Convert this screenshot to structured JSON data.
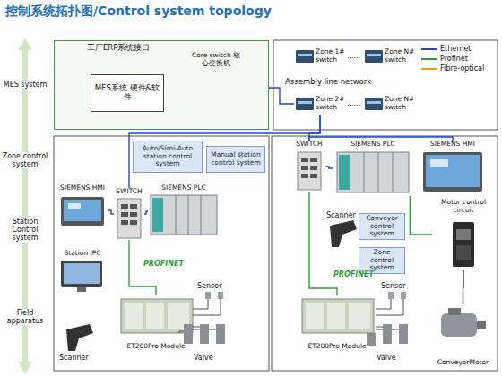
{
  "diagram": {
    "title": "控制系统拓扑图/Control system topology",
    "nodes": [
      {
        "text": [
          "工厂ERP系统接口"
        ]
      },
      {
        "text": [
          "MES系统 硬件&软件"
        ],
        "in": 0
      },
      {
        "text": [
          "Core switch 核心交换机"
        ],
        "in": 0
      },
      {
        "text": [
          "Zone 1# switch"
        ]
      },
      {
        "text": [
          "Zone N# switch"
        ]
      },
      {
        "text": [
          "Zone 2# switch"
        ]
      },
      {
        "text": [
          "Zone N# switch"
        ]
      },
      {
        "text": [
          "Auto/Simi-Auto station control system"
        ]
      },
      {
        "text": [
          "Manual station control system"
        ]
      },
      {
        "text": [
          "SIEMENS HMI"
        ]
      },
      {
        "text": [
          "SWITCH"
        ]
      },
      {
        "text": [
          "SIEMENS PLC"
        ]
      },
      {
        "text": [
          "Station IPC"
        ]
      },
      {
        "text": [
          "ET200Pro Module"
        ]
      },
      {
        "text": [
          "SWITCH"
        ]
      },
      {
        "text": [
          "SIEMENS PLC"
        ]
      },
      {
        "text": [
          "SIEMENS HMI"
        ]
      },
      {
        "text": [
          "Conveyor control system"
        ]
      },
      {
        "text": [
          "Zone control system"
        ]
      },
      {
        "text": [
          "Motor control circuit"
        ]
      },
      {
        "text": [
          "ET200Pro Module"
        ]
      },
      {
        "text": [
          "ConveyorMotor"
        ]
      }
    ],
    "edges": [
      {
        "from": 2,
        "to": 5,
        "arrow": "none"
      },
      {
        "from": 5,
        "to": 10,
        "arrow": "none"
      },
      {
        "from": 5,
        "to": 14,
        "arrow": "none"
      },
      {
        "from": 10,
        "to": 9,
        "arrow": "none"
      },
      {
        "from": 10,
        "to": 11,
        "arrow": "none"
      },
      {
        "from": 10,
        "to": 13,
        "arrow": "none"
      },
      {
        "from": 14,
        "to": 15,
        "arrow": "none"
      },
      {
        "from": 14,
        "to": 16,
        "arrow": "none"
      },
      {
        "from": 14,
        "to": 20,
        "arrow": "none"
      },
      {
        "from": 15,
        "to": 19,
        "arrow": "none"
      },
      {
        "from": 19,
        "to": 21,
        "arrow": "none"
      }
    ],
    "labels": [
      "MES system",
      "Zone control system",
      "Station Control system",
      "Field apparatus",
      "......",
      "Assembly line network",
      "......",
      "PROFINET",
      "Sensor",
      "Scanner",
      "Valve",
      "Scanner",
      "PROFINET",
      "Sensor",
      "Valve"
    ],
    "legend": [
      {
        "text": "Ethernet"
      },
      {
        "text": "Profinet"
      },
      {
        "text": "Fibre-optical"
      }
    ]
  }
}
